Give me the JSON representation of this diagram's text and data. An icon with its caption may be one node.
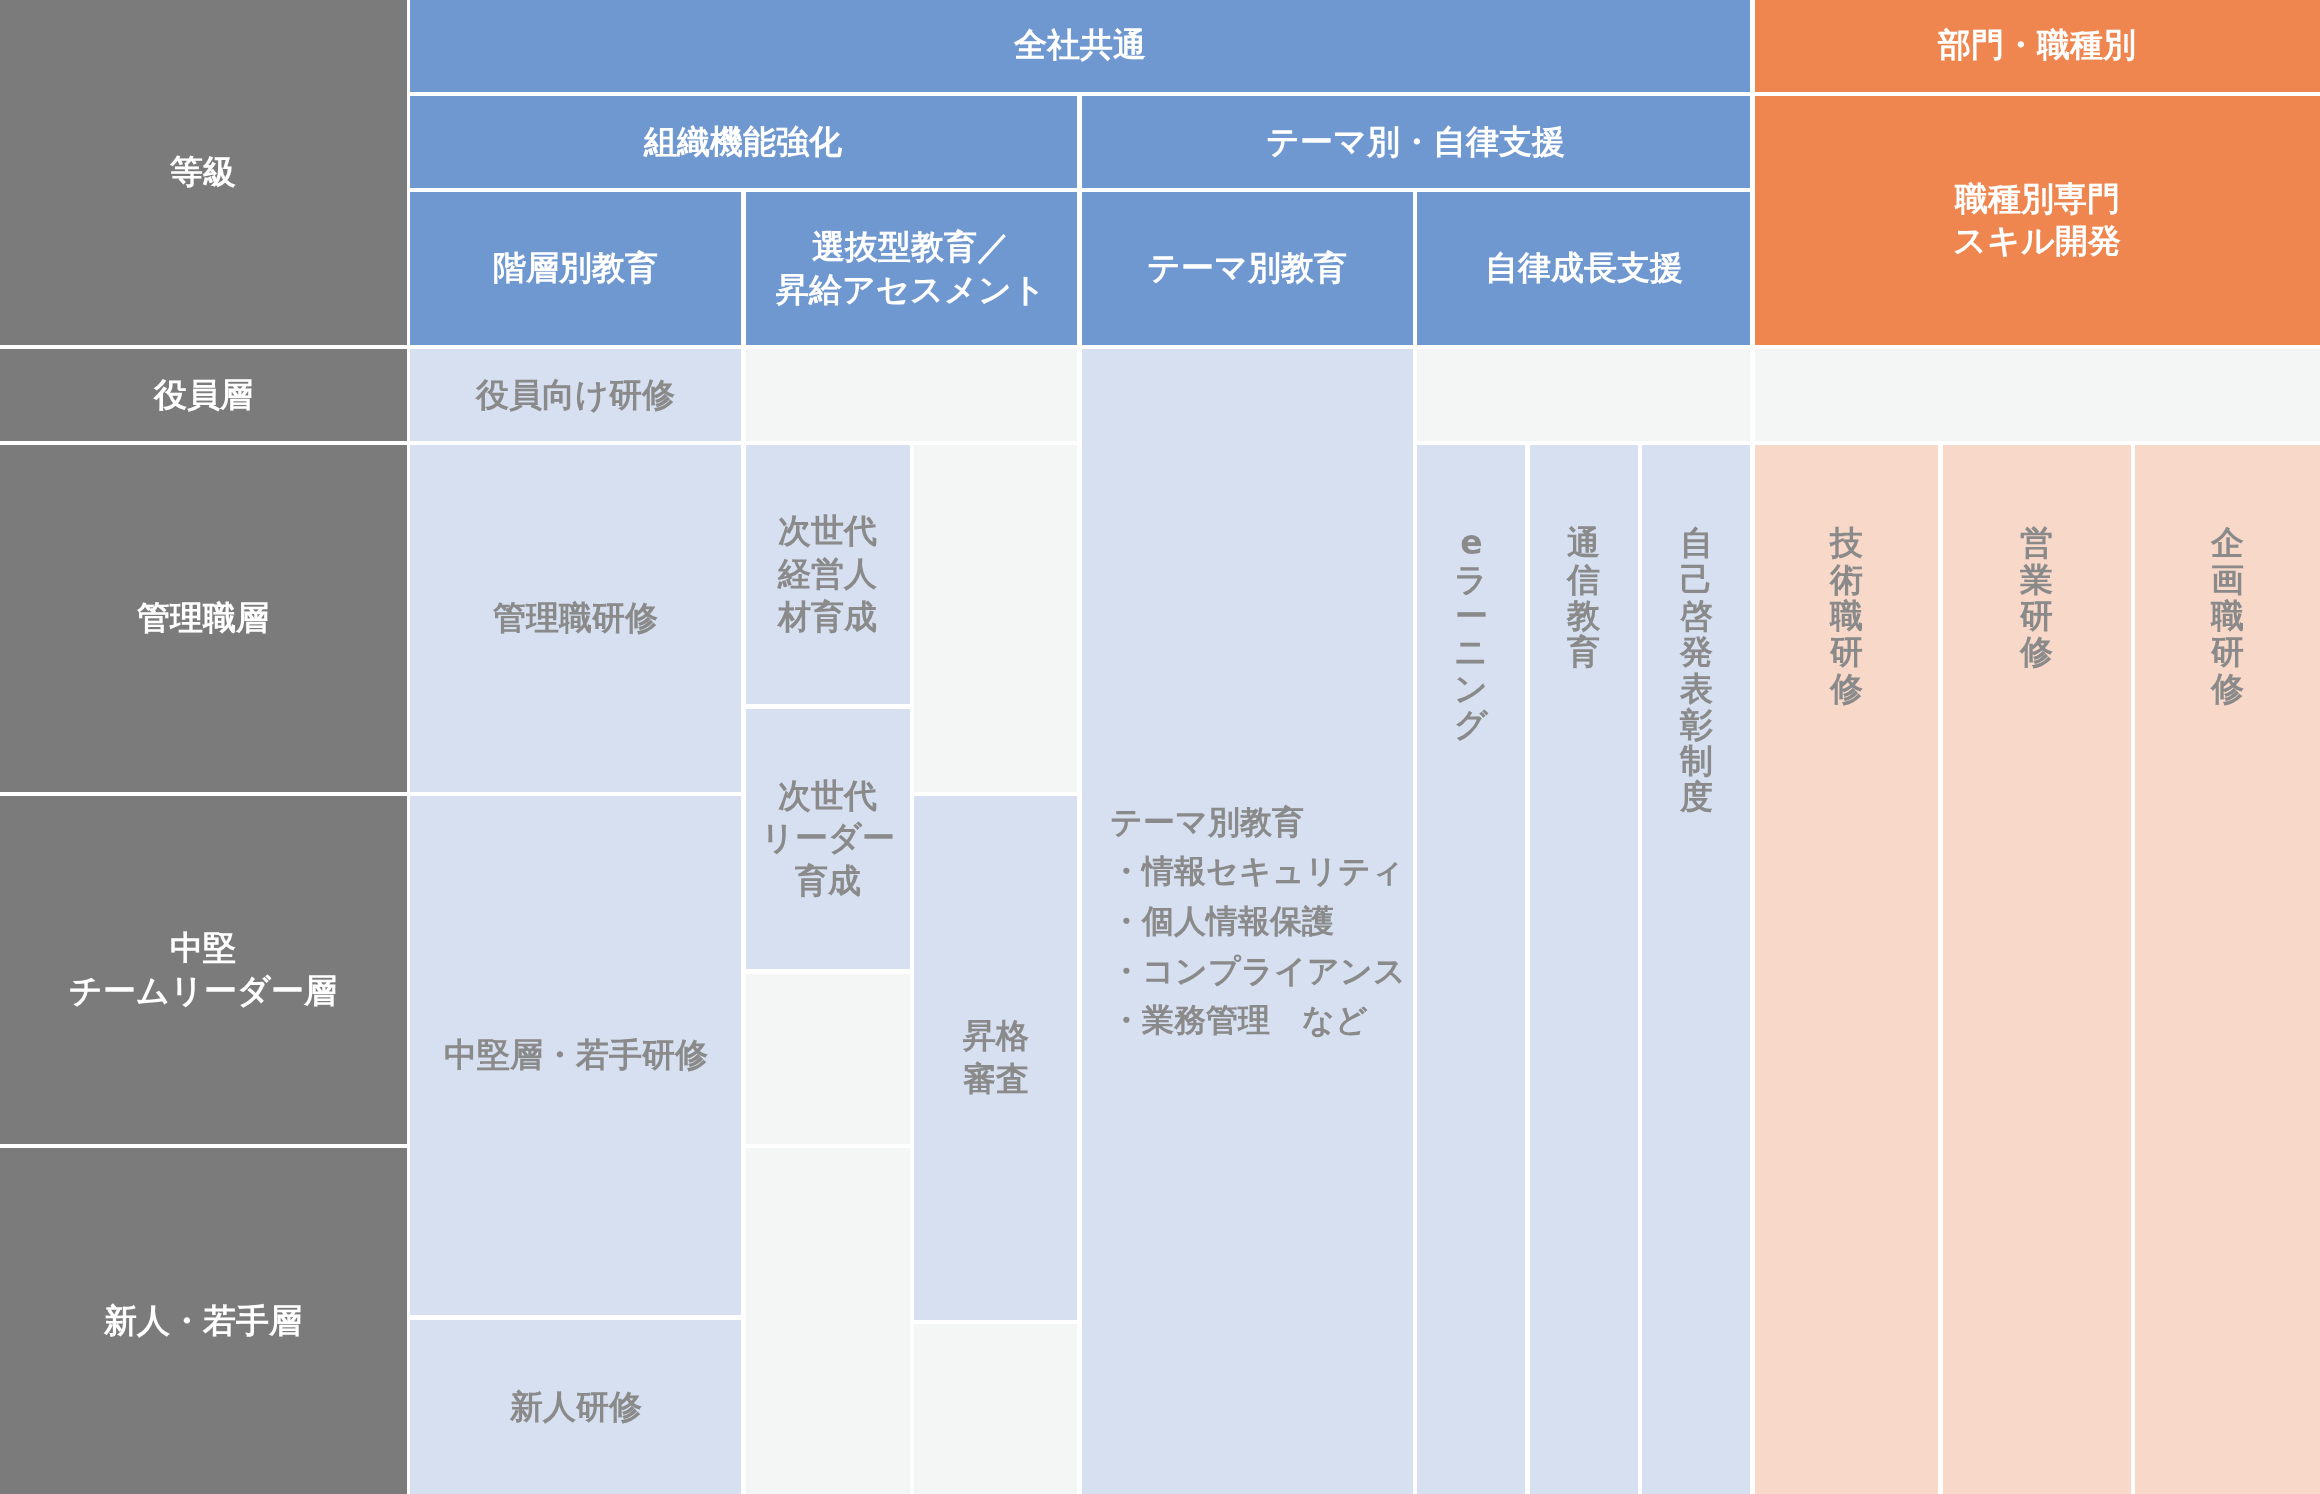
{
  "diagram": {
    "nodes": [
      {
        "text": [
          "等級"
        ]
      },
      {
        "text": [
          "全社共通"
        ]
      },
      {
        "text": [
          "部門・職種別"
        ]
      },
      {
        "text": [
          "組織機能強化"
        ]
      },
      {
        "text": [
          "テーマ別・自律支援"
        ]
      },
      {
        "text": [
          "職種別専門スキル開発"
        ]
      },
      {
        "text": [
          "階層別教育"
        ]
      },
      {
        "text": [
          "選抜型教育／昇給アセスメント"
        ]
      },
      {
        "text": [
          "テーマ別教育"
        ]
      },
      {
        "text": [
          "自律成長支援"
        ]
      },
      {
        "text": [
          "役員層"
        ]
      },
      {
        "text": [
          "管理職層"
        ]
      },
      {
        "text": [
          "中堅チームリーダー層"
        ]
      },
      {
        "text": [
          "新人・若手層"
        ]
      },
      {
        "text": [
          "役員向け研修"
        ]
      },
      {
        "text": [
          "管理職研修"
        ]
      },
      {
        "text": [
          "中堅層・若手研修"
        ]
      },
      {
        "text": [
          "新人研修"
        ]
      },
      {
        "text": [
          "次世代経営人材育成"
        ]
      },
      {
        "text": [
          "次世代リーダー育成"
        ]
      },
      {
        "text": [
          "昇格審査"
        ]
      },
      {
        "text": [
          "テーマ別教育",
          "・情報セキュリティ",
          "・個人情報保護",
          "・コンプライアンス",
          "・業務管理　など"
        ]
      },
      {
        "text": [
          "eラーニング"
        ]
      },
      {
        "text": [
          "通信教育"
        ]
      },
      {
        "text": [
          "自己啓発表彰制度"
        ]
      },
      {
        "text": [
          "技術職研修"
        ]
      },
      {
        "text": [
          "営業研修"
        ]
      },
      {
        "text": [
          "企画職研修"
        ]
      }
    ]
  }
}
